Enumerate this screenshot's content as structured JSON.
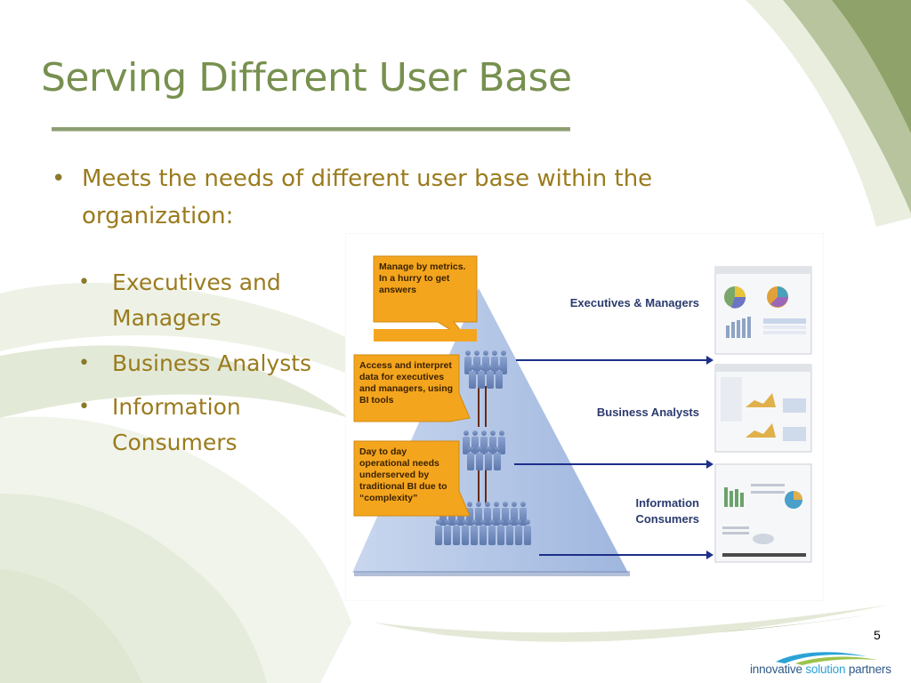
{
  "slide": {
    "title": "Serving Different User Base",
    "page_number": "5",
    "colors": {
      "title": "#77904f",
      "bullet": "#9a7b1d",
      "accent_green": "#8fa26a",
      "callout": "#f3a21c",
      "pyramid": "#b6c8e8",
      "arrow": "#1c2f8a"
    }
  },
  "bullets": {
    "main": "Meets the needs of different user base within the organization:",
    "items": [
      {
        "label": "Executives and Managers"
      },
      {
        "label": "Business Analysts"
      },
      {
        "label": "Information Consumers"
      }
    ]
  },
  "figure": {
    "callouts": [
      "Manage by metrics. In a hurry to get answers",
      "Access and interpret data for executives and managers, using BI tools",
      "Day to day operational needs underserved by traditional BI due to “complexity”"
    ],
    "levels": [
      {
        "line1": "Executives & Managers",
        "line2": ""
      },
      {
        "line1": "Business Analysts",
        "line2": ""
      },
      {
        "line1": "Information",
        "line2": "Consumers"
      }
    ]
  },
  "logo": {
    "part1": "innovative ",
    "part2": "solution",
    "part3": " partners"
  }
}
